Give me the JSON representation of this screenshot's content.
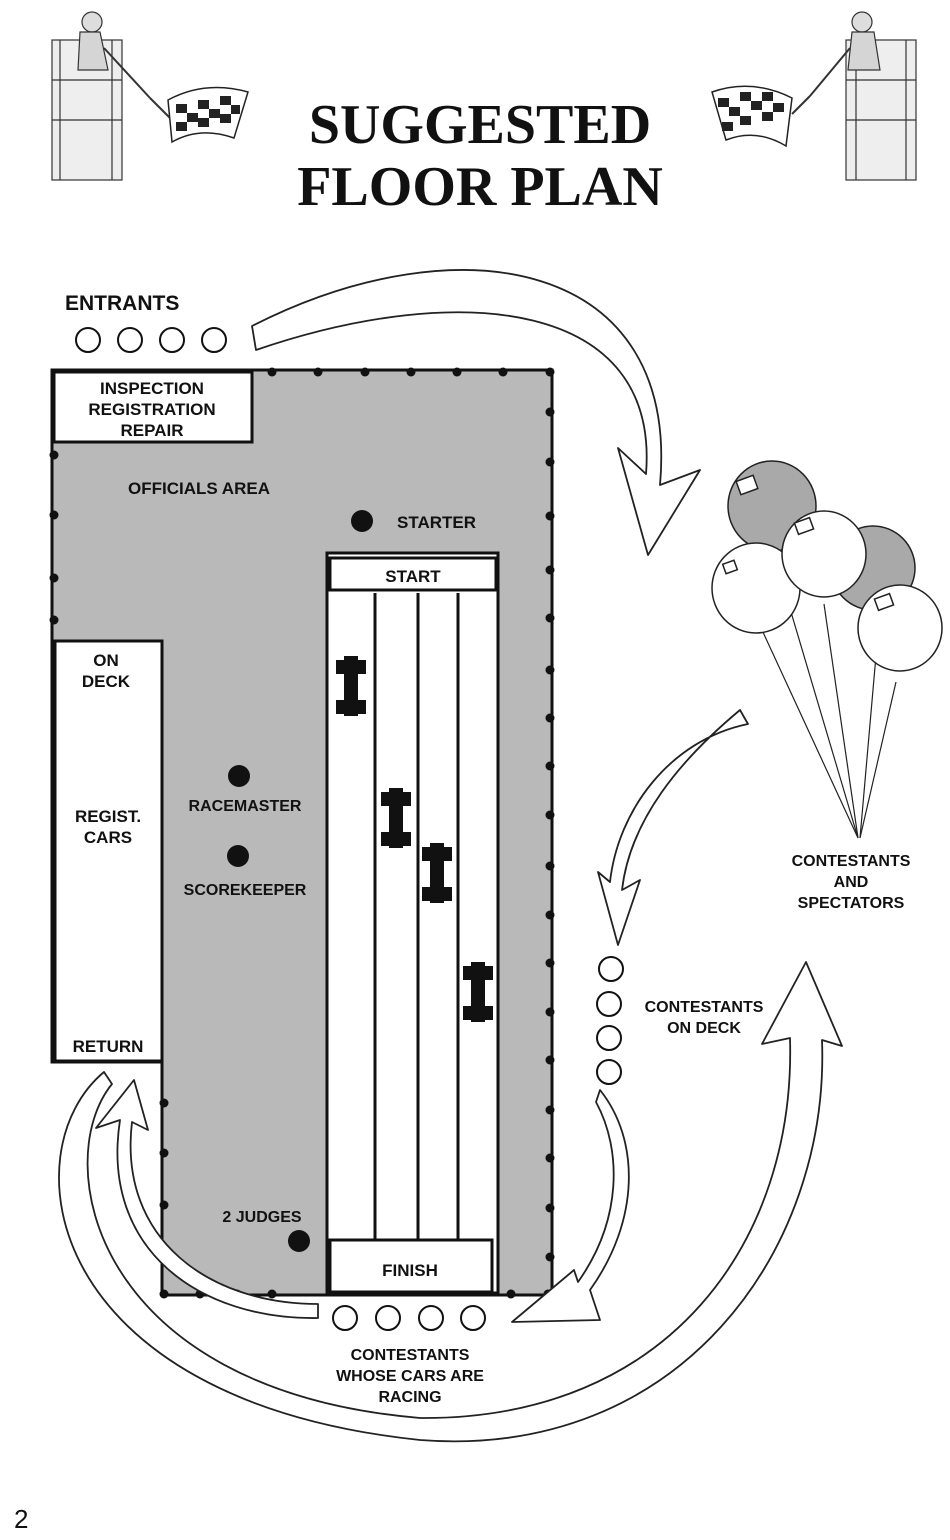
{
  "title": [
    "SUGGESTED",
    "FLOOR PLAN"
  ],
  "labels": {
    "entrants": "ENTRANTS",
    "inspection": [
      "INSPECTION",
      "REGISTRATION",
      "REPAIR"
    ],
    "officials_area": "OFFICIALS AREA",
    "starter": "STARTER",
    "start": "START",
    "on_deck": [
      "ON",
      "DECK"
    ],
    "regist_cars": [
      "REGIST.",
      "CARS"
    ],
    "return": "RETURN",
    "racemaster": "RACEMASTER",
    "scorekeeper": "SCOREKEEPER",
    "judges": "2 JUDGES",
    "finish": "FINISH",
    "contestants_spectators": [
      "CONTESTANTS",
      "AND",
      "SPECTATORS"
    ],
    "contestants_on_deck": [
      "CONTESTANTS",
      "ON DECK"
    ],
    "contestants_racing": [
      "CONTESTANTS",
      "WHOSE CARS ARE",
      "RACING"
    ]
  },
  "page_number": "2",
  "colors": {
    "area_fill": "#b9b9b9",
    "balloon_dark": "#a9a9a9",
    "ink": "#111111"
  }
}
